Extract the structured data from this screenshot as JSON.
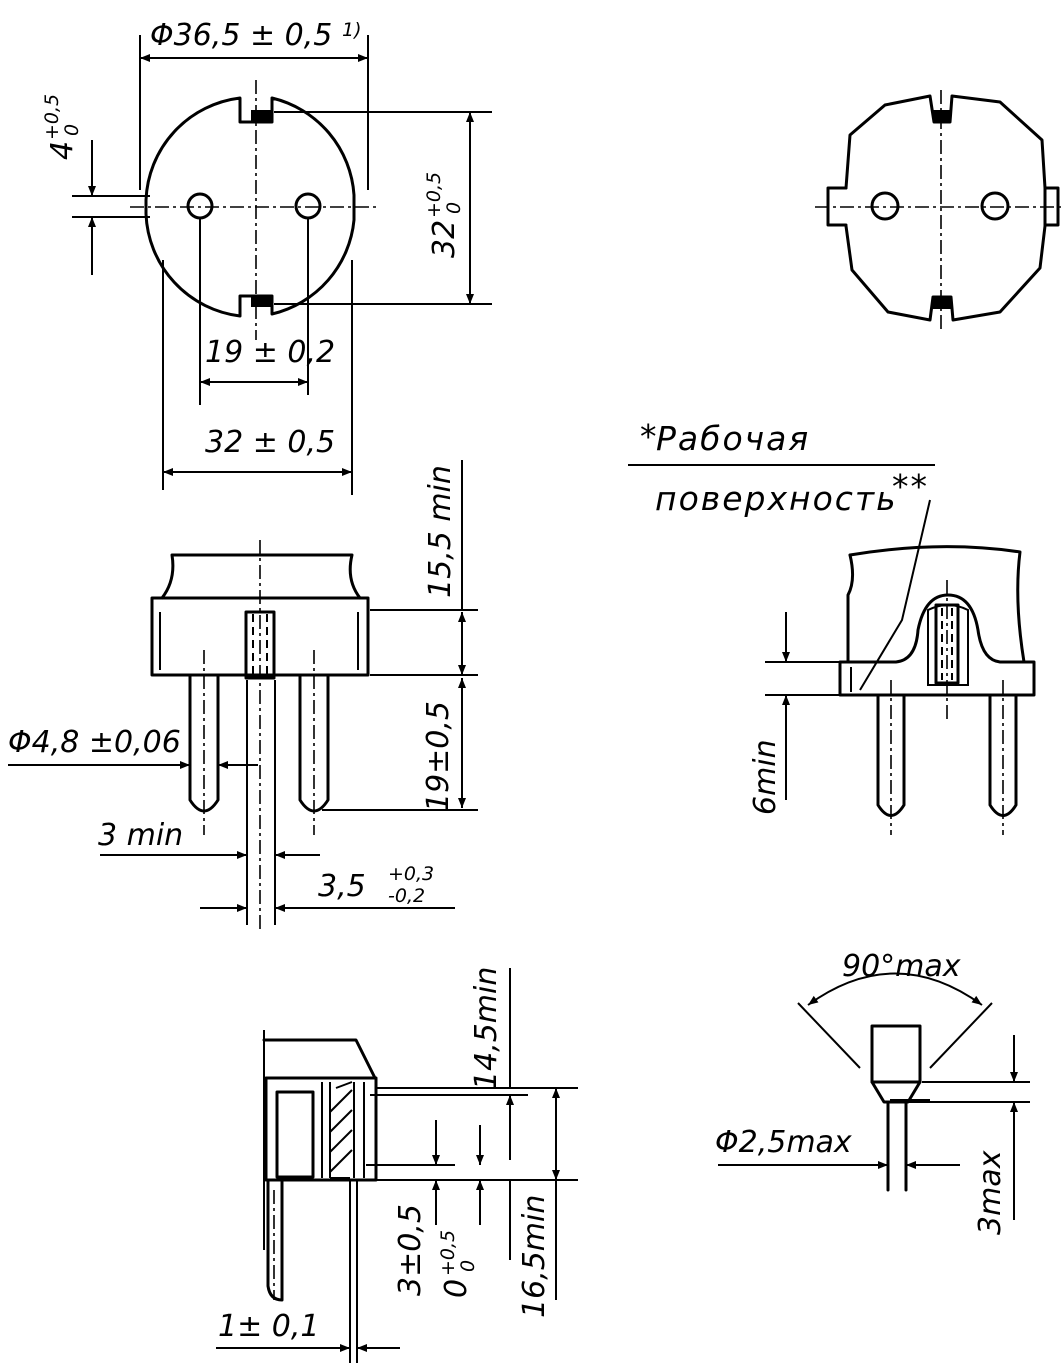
{
  "dimensions": {
    "outer_diameter": {
      "main": "Φ36,5 ± 0,5",
      "note": "1)"
    },
    "slot_width": {
      "main": "4",
      "upper": "+0,5",
      "lower": "0"
    },
    "slot_span": {
      "main": "32",
      "upper": "+0,5",
      "lower": "0"
    },
    "pin_spacing": "19 ± 0,2",
    "body_width": "32 ± 0,5",
    "height_top": "15,5 min",
    "pin_length": "19±0,5",
    "pin_diameter": "Φ4,8 ±0,06",
    "gap_min": "3 min",
    "slot_depth": {
      "main": "3,5",
      "upper": "+0,3",
      "lower": "-0,2"
    },
    "side_height_top": "14,5min",
    "side_height_bottom": "16,5min",
    "recess": "3±0,5",
    "offset": {
      "main": "0",
      "upper": "+0,5",
      "lower": "0"
    },
    "wall_thickness": "1± 0,1",
    "contact_depth": "6min",
    "tip_angle": "90°max",
    "tip_diameter": "Φ2,5max",
    "tip_length": "3max"
  },
  "annotations": {
    "working_surface_line1": "Рабочая",
    "working_surface_line2": "поверхность",
    "star": "*",
    "double_star": "**"
  }
}
